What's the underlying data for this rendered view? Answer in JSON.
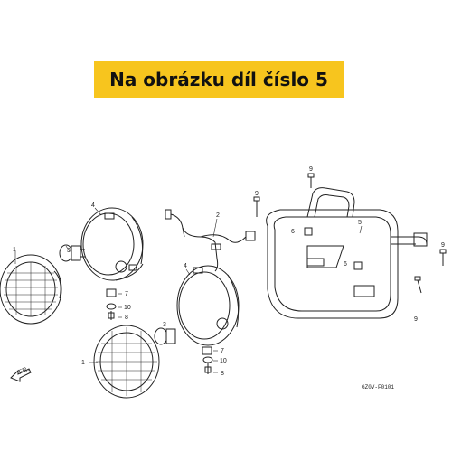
{
  "banner": {
    "text": "Na obrázku díl číslo 5"
  },
  "labels": {
    "p1a": "1",
    "p1b": "1",
    "p2": "2",
    "p3a": "3",
    "p3b": "3",
    "p4a": "4",
    "p4b": "4",
    "p5": "5",
    "p6a": "6",
    "p6b": "6",
    "p7a": "7",
    "p7b": "7",
    "p8a": "8",
    "p8b": "8",
    "p9a": "9",
    "p9b": "9",
    "p9c": "9",
    "p9d": "9",
    "p10a": "10",
    "p10b": "10"
  },
  "direction_marker": "FR.",
  "diagram_code": "GZ0V-F0101",
  "colors": {
    "banner": "#f7c51e",
    "line": "#222222"
  }
}
